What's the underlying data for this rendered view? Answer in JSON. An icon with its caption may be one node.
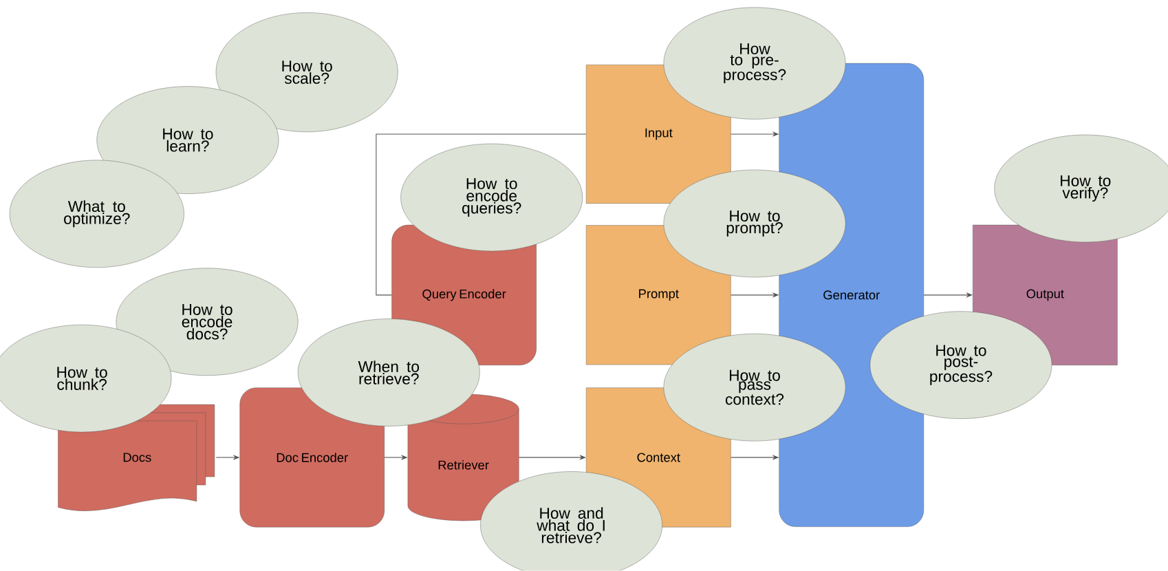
{
  "diagram": {
    "nodes": [
      {
        "text": [
          "How to scale?"
        ]
      },
      {
        "text": [
          "How to pre-process?"
        ]
      },
      {
        "text": [
          "How to learn?"
        ]
      },
      {
        "text": [
          "Input"
        ]
      },
      {
        "text": [
          "How to encode queries?"
        ]
      },
      {
        "text": [
          "How to verify?"
        ]
      },
      {
        "text": [
          "What to optimize?"
        ]
      },
      {
        "text": [
          "How to prompt?"
        ]
      },
      {
        "text": [
          "Query Encoder"
        ]
      },
      {
        "text": [
          "Prompt"
        ]
      },
      {
        "text": [
          "Generator"
        ]
      },
      {
        "text": [
          "Output"
        ]
      },
      {
        "text": [
          "How to encode docs?"
        ]
      },
      {
        "text": [
          "How to post-process?"
        ]
      },
      {
        "text": [
          "How to chunk?"
        ]
      },
      {
        "text": [
          "When to retrieve?"
        ]
      },
      {
        "text": [
          "How to pass context?"
        ]
      },
      {
        "text": [
          "Docs"
        ]
      },
      {
        "text": [
          "Doc Encoder"
        ]
      },
      {
        "text": [
          "Retriever"
        ]
      },
      {
        "text": [
          "Context"
        ]
      },
      {
        "text": [
          "How and what do I retrieve?"
        ]
      }
    ],
    "edges": [
      {
        "from": 17,
        "to": 18,
        "arrow": "to"
      },
      {
        "from": 18,
        "to": 19,
        "arrow": "to"
      },
      {
        "from": 19,
        "to": 20,
        "arrow": "to"
      },
      {
        "from": 3,
        "to": 10,
        "arrow": "to"
      },
      {
        "from": 9,
        "to": 10,
        "arrow": "to"
      },
      {
        "from": 20,
        "to": 10,
        "arrow": "to"
      },
      {
        "from": 10,
        "to": 11,
        "arrow": "to"
      },
      {
        "from": 3,
        "to": 8,
        "arrow": "none"
      }
    ]
  }
}
